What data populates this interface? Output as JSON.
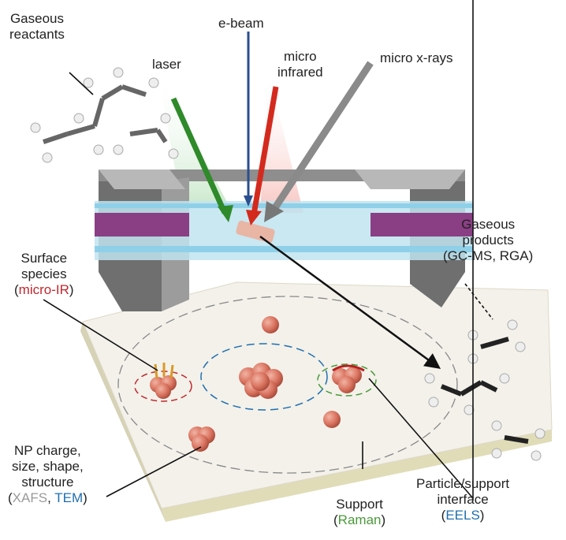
{
  "labels": {
    "gaseous_reactants": [
      "Gaseous",
      "reactants"
    ],
    "ebeam": "e-beam",
    "laser": "laser",
    "micro_infrared": [
      "micro",
      "infrared"
    ],
    "micro_xrays": "micro x-rays",
    "gaseous_products": [
      "Gaseous",
      "products",
      "(GC-MS, RGA)"
    ],
    "surface_species": [
      "Surface",
      "species"
    ],
    "surface_species_technique": "micro-IR",
    "np": [
      "NP charge,",
      "size, shape,",
      "structure"
    ],
    "np_technique_1": "XAFS",
    "np_technique_2": "TEM",
    "support": "Support",
    "support_technique": "Raman",
    "interface": [
      "Particle/support",
      "interface"
    ],
    "interface_technique": "EELS"
  },
  "colors": {
    "micro_ir": "#c0282e",
    "xafs": "#9a9a9a",
    "tem": "#1f6fae",
    "raman": "#4a9a3a",
    "eels": "#1f6fae",
    "laser": "#2f8a2a",
    "ebeam": "#2a4f8f",
    "infrared": "#d42a1e",
    "xray": "#8a8a8a",
    "particle": "#d9735f",
    "chip_purple": "#8a3f84",
    "support_surface": "#f3f1ea"
  }
}
